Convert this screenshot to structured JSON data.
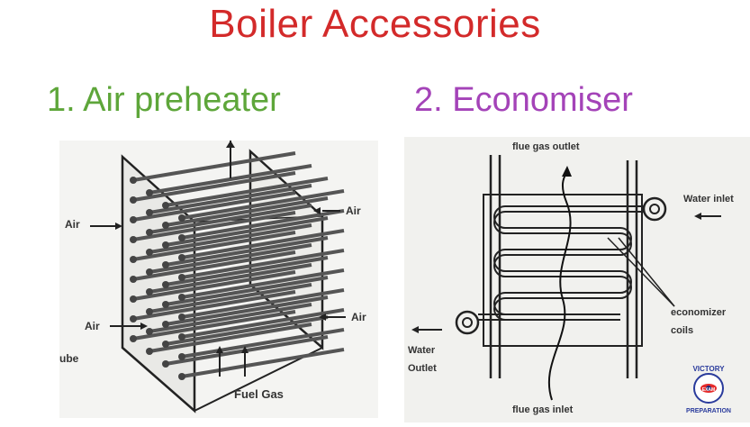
{
  "title": "Boiler Accessories",
  "left": {
    "heading": "1. Air preheater",
    "labels": {
      "air_left_top": "Air",
      "air_right_top": "Air",
      "air_left_bottom": "Air",
      "air_right_bottom": "Air",
      "tube": "ube",
      "fuel_gas": "Fuel Gas"
    }
  },
  "right": {
    "heading": "2. Economiser",
    "labels": {
      "flue_outlet": "flue gas outlet",
      "water_inlet": "Water inlet",
      "economizer_line1": "economizer",
      "economizer_line2": "coils",
      "water_outlet_line1": "Water",
      "water_outlet_line2": "Outlet",
      "flue_inlet": "flue gas inlet"
    }
  },
  "logo": {
    "top": "VICTORY",
    "middle": "EXAM",
    "bottom": "PREPARATION"
  },
  "colors": {
    "title": "#d32a2a",
    "heading_left": "#5ea63a",
    "heading_right": "#a443b8"
  }
}
